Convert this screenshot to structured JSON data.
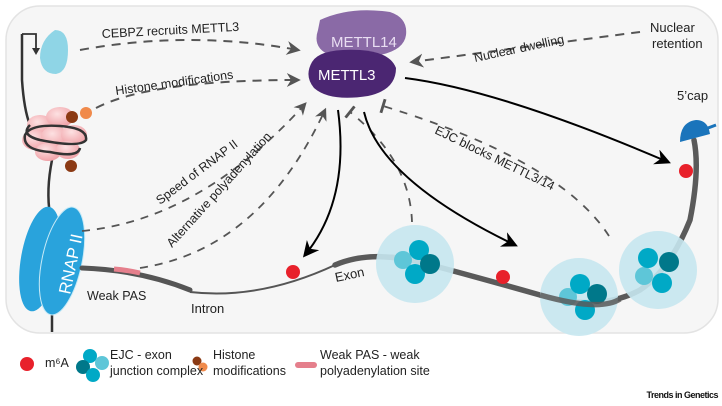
{
  "diagram": {
    "nodes": {
      "mettl14": "METTL14",
      "mettl3": "METTL3",
      "rnap": "RNAP II",
      "cap": "5’cap",
      "nuclear_retention": [
        "Nuclear",
        "retention"
      ],
      "weak_pas": "Weak PAS",
      "intron": "Intron",
      "exon": "Exon"
    },
    "edges": {
      "cebpz": "CEBPZ recruits METTL3",
      "histone": "Histone modifications",
      "speed": "Speed of RNAP II",
      "alt_polya": "Alternative polyadenylation",
      "nuclear_dwelling": "Nuclear dwelling",
      "ejc_blocks": "EJC blocks METTL3/14"
    },
    "colors": {
      "mettl14": "#8a6aa6",
      "mettl3": "#4b2672",
      "rnap": "#29a3dc",
      "cap": "#1a74bb",
      "m6a": "#e8212b",
      "ejc_dark": "#00788a",
      "ejc_mid": "#00a9c6",
      "ejc_light": "#5ec6d8",
      "ejc_halo": "#c6e7f0",
      "histone_dark": "#8b3a14",
      "histone_light": "#f08a4b",
      "weak_pas": "#e57f8c",
      "cebpz": "#8fd5e6",
      "nucleosome": "#f2a7ac",
      "rna": "#5a5a5a"
    }
  },
  "legend": {
    "m6a": "m⁶A",
    "ejc": [
      "EJC - exon",
      "junction complex"
    ],
    "histone": [
      "Histone",
      "modifications"
    ],
    "weak_pas": [
      "Weak PAS - weak",
      "polyadenylation site"
    ]
  },
  "credit": "Trends in Genetics"
}
